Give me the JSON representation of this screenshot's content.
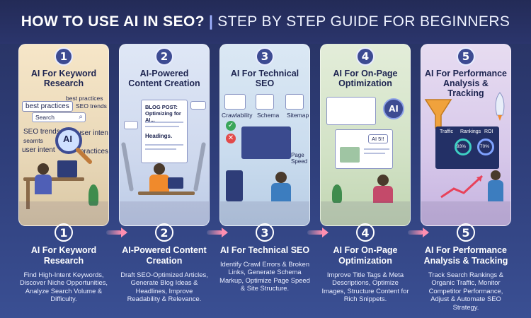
{
  "header": {
    "title": "HOW TO USE AI IN SEO?",
    "separator": "|",
    "subtitle": "STEP BY STEP GUIDE FOR BEGINNERS"
  },
  "steps": [
    {
      "number": "1",
      "title": "AI For Keyword Research",
      "description": "Find High-Intent Keywords, Discover Niche Opportunities, Analyze Search Volume & Difficulty.",
      "illustration": {
        "chips": [
          "best practices",
          "SEO trends",
          "Search",
          "SEO trends",
          "searnts",
          "user intent",
          "user intent",
          "practices",
          "AI",
          "best practices"
        ]
      }
    },
    {
      "number": "2",
      "title": "AI-Powered Content Creation",
      "description": "Draft SEO-Optimized Articles, Generate Blog Ideas & Headlines, Improve Readability & Relevance.",
      "illustration": {
        "doc_heading": "BLOG POST: Optimizing for AI...",
        "doc_sub": "Headings."
      }
    },
    {
      "number": "3",
      "title": "AI For Technical SEO",
      "description": "Identify Crawl Errors & Broken Links, Generate Schema Markup, Optimize Page Speed & Site Structure.",
      "illustration": {
        "labels": [
          "Crawlability",
          "Schema",
          "Sitemap",
          "Page Speed"
        ]
      }
    },
    {
      "number": "4",
      "title": "AI For On-Page Optimization",
      "description": "Improve Title Tags & Meta Descriptions, Optimize Images, Structure Content for Rich Snippets.",
      "illustration": {
        "ai_label": "AI",
        "tag": "AI 5!!"
      }
    },
    {
      "number": "5",
      "title": "AI For Performance Analysis & Tracking",
      "description": "Track Search Rankings & Organic Traffic, Monitor Competitor Performance, Adjust & Automate SEO Strategy.",
      "illustration": {
        "metrics": [
          "Traffic",
          "Rankings",
          "ROI"
        ],
        "gauges": [
          "93%",
          "70%"
        ]
      }
    }
  ],
  "colors": {
    "background": "#2e3d78",
    "badge": "#3d4b92",
    "arrow": "#ff8fb0"
  }
}
